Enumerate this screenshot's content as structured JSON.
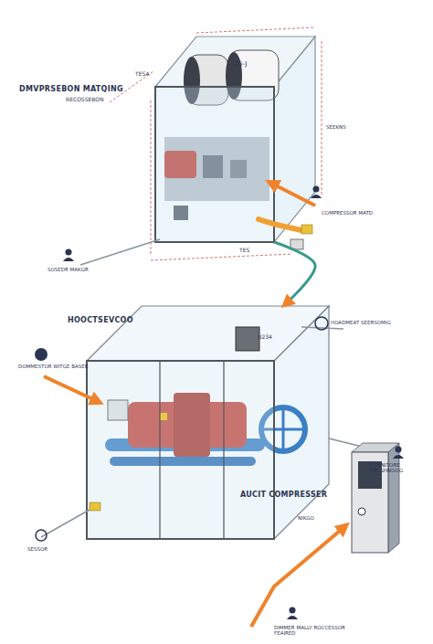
{
  "diagram": {
    "nodes": [
      {
        "text": [
          "DMVPRSEBON MATQING"
        ]
      },
      {
        "text": [
          "HOOCTSEVCOO"
        ]
      },
      {
        "text": [
          "AUCIT COMPRESSER"
        ]
      }
    ],
    "edges": [
      {
        "from": 0,
        "to": 1,
        "arrow": "to"
      }
    ],
    "labels": [
      "RECOSSEBON",
      "TESA",
      "ZS-J",
      "SEEKNS",
      "COMPRESSOR MATD",
      "SOSEDR MAKGR",
      "TES",
      "U234",
      "HOADMEAT SEERSOMIG",
      "DOMMESTOR WITGE BASER",
      "CORNITORE FREGHNOOG",
      "NIKGO",
      "SESSOR",
      "DIMMER MALLY ROCCESSOR FEAIRED"
    ]
  }
}
